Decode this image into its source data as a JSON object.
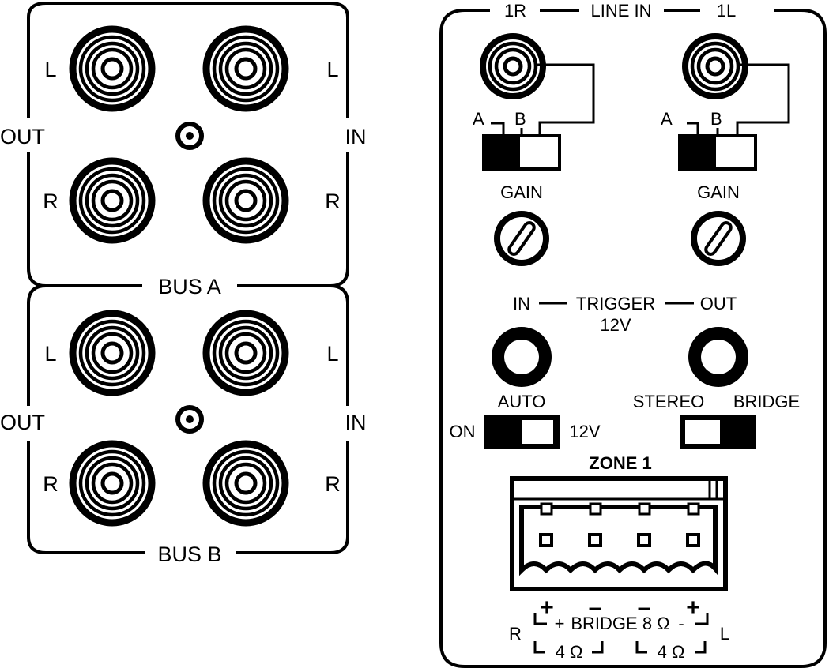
{
  "left_panel": {
    "bus_a": {
      "title": "BUS A",
      "out_label": "OUT",
      "in_label": "IN",
      "jack_labels": {
        "top_left": "L",
        "top_right": "L",
        "bottom_left": "R",
        "bottom_right": "R"
      }
    },
    "bus_b": {
      "title": "BUS B",
      "out_label": "OUT",
      "in_label": "IN",
      "jack_labels": {
        "top_left": "L",
        "top_right": "L",
        "bottom_left": "R",
        "bottom_right": "R"
      }
    }
  },
  "right_panel": {
    "line_in": {
      "left_channel": "1R",
      "title": "LINE IN",
      "right_channel": "1L"
    },
    "switch_1r": {
      "pos_a": "A",
      "pos_b": "B"
    },
    "switch_1l": {
      "pos_a": "A",
      "pos_b": "B"
    },
    "gain_1r": "GAIN",
    "gain_1l": "GAIN",
    "trigger": {
      "in_label": "IN",
      "title": "TRIGGER",
      "out_label": "OUT",
      "voltage": "12V"
    },
    "trigger_switch": {
      "title": "AUTO",
      "left_label": "ON",
      "right_label": "12V"
    },
    "mode_switch": {
      "left_label": "STEREO",
      "right_label": "BRIDGE"
    },
    "zone": {
      "title": "ZONE 1",
      "polarity": [
        "+",
        "–",
        "–",
        "+"
      ],
      "bridge_plus": "+",
      "bridge_label": "BRIDGE 8 Ω",
      "bridge_minus": "-",
      "r_label": "R",
      "l_label": "L",
      "r_impedance": "4 Ω",
      "l_impedance": "4 Ω"
    }
  }
}
